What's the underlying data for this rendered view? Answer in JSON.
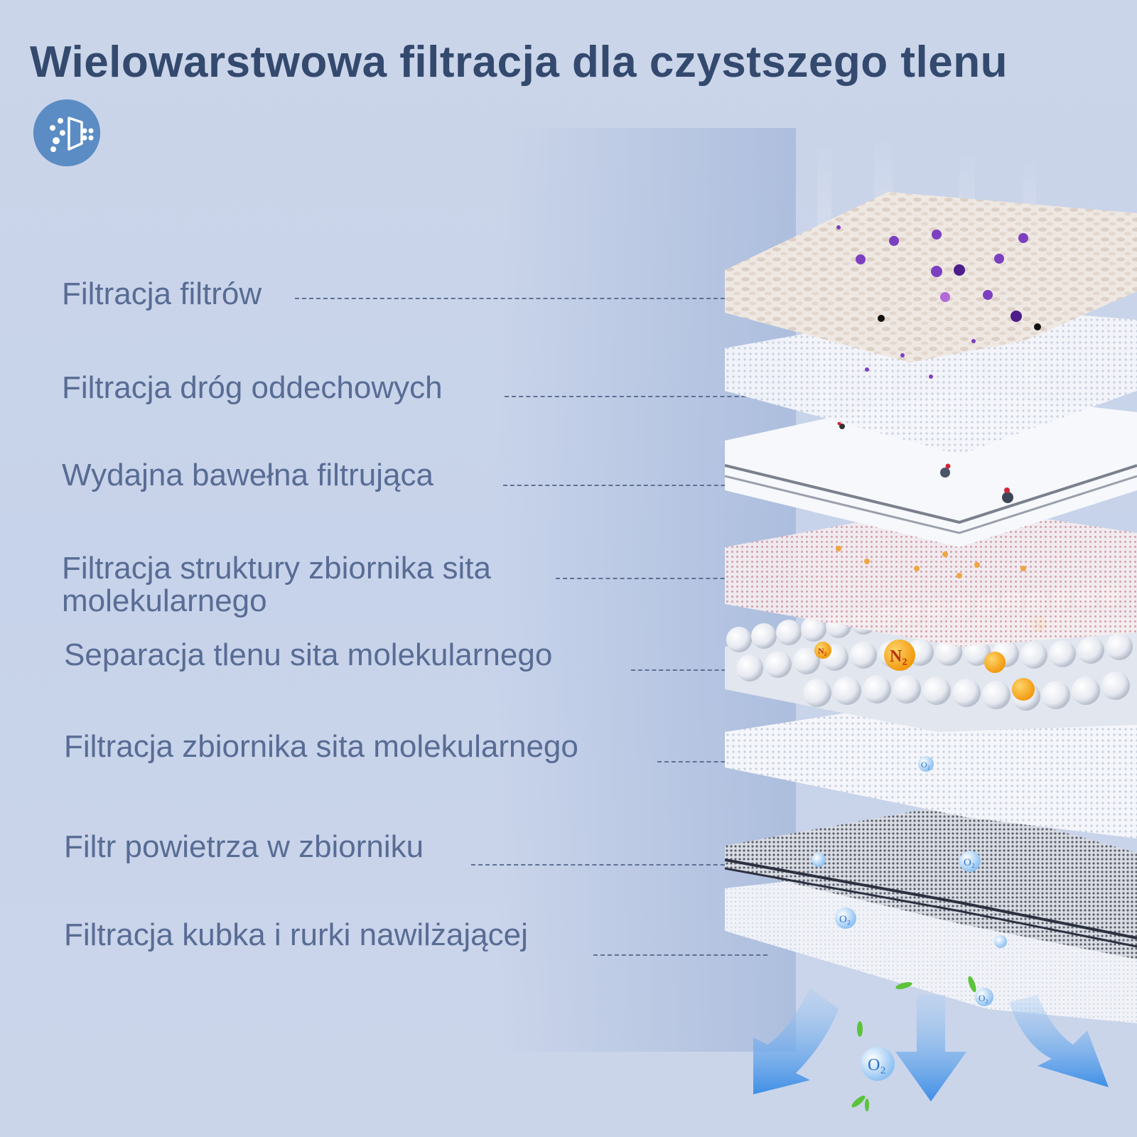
{
  "header": {
    "title": "Wielowarstwowa filtracja dla czystszego tlenu",
    "icon": "filtration-icon"
  },
  "colors": {
    "background": "#cbd5e9",
    "title": "#34496e",
    "label": "#586c94",
    "icon_circle": "#5b8cc4",
    "arrow": "#4e9be6",
    "n2_particle": "#f5a623",
    "o2_bubble": "#3f8fe0"
  },
  "layers": [
    {
      "label": "Filtracja filtrów",
      "material": "sponge-foam"
    },
    {
      "label": "Filtracja dróg oddechowych",
      "material": "mesh"
    },
    {
      "label": "Wydajna bawełna filtrująca",
      "material": "cotton-pad"
    },
    {
      "label_line1": "Filtracja struktury zbiornika sita",
      "label_line2": "molekularnego",
      "material": "fine-mesh"
    },
    {
      "label": "Separacja tlenu sita molekularnego",
      "material": "molecular-sieve-spheres"
    },
    {
      "label": "Filtracja zbiornika sita molekularnego",
      "material": "mesh"
    },
    {
      "label": "Filtr powietrza w zbiorniku",
      "material": "dark-mesh"
    },
    {
      "label": "Filtracja kubka i rurki nawilżającej",
      "material": "white-mesh"
    }
  ],
  "illustration": {
    "molecules": [
      "N2",
      "N2",
      "N2",
      "O2",
      "O2",
      "O2",
      "O2",
      "O2"
    ]
  }
}
